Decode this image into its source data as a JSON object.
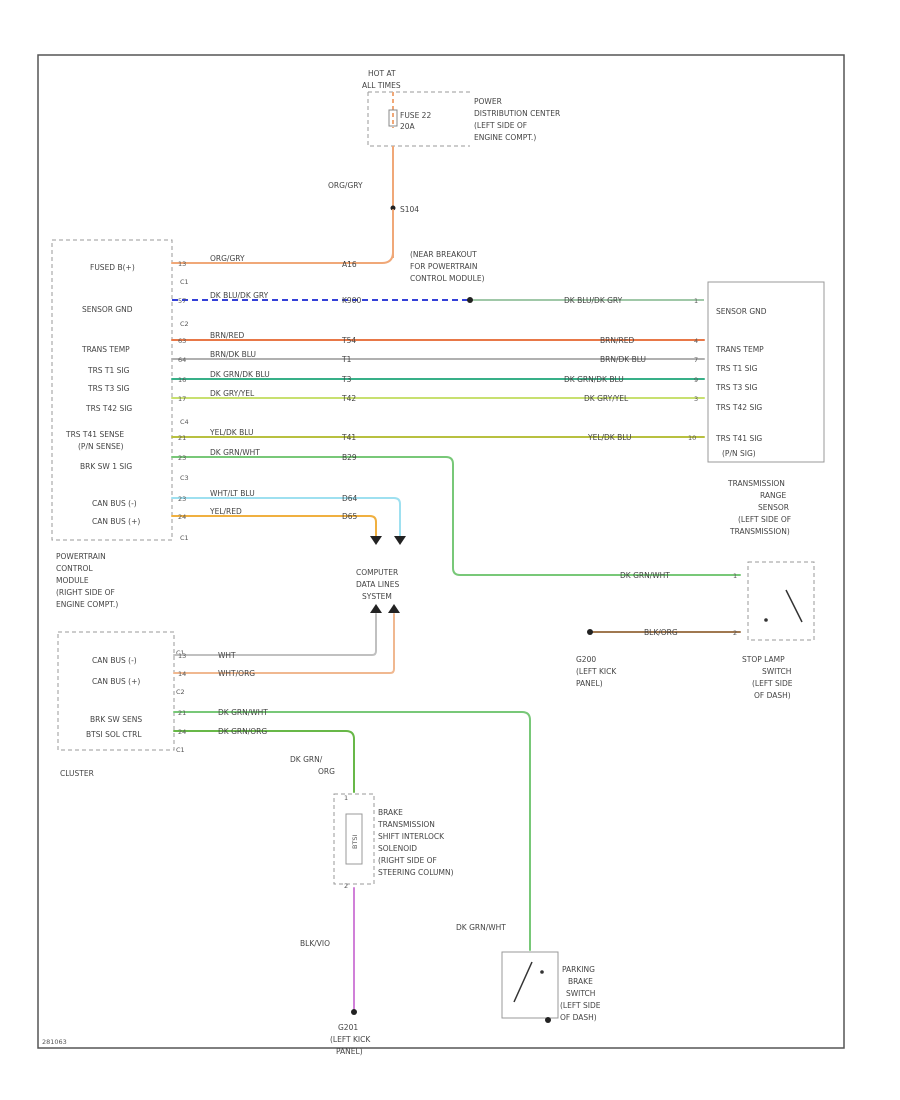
{
  "colors": {
    "org_gry": "#f0a878",
    "dk_blu_dk_gry": "#3340d8",
    "lt_grn_gry": "#a0c8a8",
    "brn_red": "#e87848",
    "brn_blu": "#b0b0b0",
    "dk_grn_blu": "#38b088",
    "dk_gry_yel": "#c8e070",
    "yel_dk_blu": "#b8c040",
    "dk_grn_wht": "#78c878",
    "wht_lt_blu": "#9ee0f0",
    "yel_red": "#f0b040",
    "wht": "#c0c0c0",
    "wht_org": "#f0b890",
    "dk_grn_org": "#68b848",
    "blk_org": "#a07850",
    "blk_vio": "#d080d8"
  },
  "top": {
    "hot_label": "HOT AT",
    "hot_sub": "ALL TIMES",
    "fuse_label": "FUSE 22",
    "fuse_amp": "20A",
    "pdc_lines": [
      "POWER",
      "DISTRIBUTION CENTER",
      "(LEFT SIDE OF",
      "ENGINE COMPT.)"
    ],
    "wire_label": "ORG/GRY",
    "splice_label": "S104"
  },
  "pcm": {
    "pins_left": [
      "FUSED B(+)",
      "SENSOR GND",
      "TRANS TEMP",
      "TRS T1 SIG",
      "TRS T3 SIG",
      "TRS T42 SIG",
      "TRS T41 SENSE",
      "(P/N SENSE)",
      "BRK SW 1 SIG",
      "CAN BUS (-)",
      "CAN BUS (+)"
    ],
    "conn_labels": [
      "C1",
      "C2",
      "C4",
      "C3",
      "C1"
    ],
    "name_lines": [
      "POWERTRAIN",
      "CONTROL",
      "MODULE",
      "(RIGHT SIDE OF",
      "ENGINE COMPT.)"
    ]
  },
  "rows": [
    {
      "pin": "13",
      "wire": "ORG/GRY",
      "circuit": "A16"
    },
    {
      "pin": "57",
      "wire": "DK BLU/DK GRY",
      "circuit": "K900"
    },
    {
      "pin": "63",
      "wire": "BRN/RED",
      "circuit": "T54"
    },
    {
      "pin": "64",
      "wire": "BRN/DK BLU",
      "circuit": "T1"
    },
    {
      "pin": "16",
      "wire": "DK GRN/DK BLU",
      "circuit": "T3"
    },
    {
      "pin": "17",
      "wire": "DK GRY/YEL",
      "circuit": "T42"
    },
    {
      "pin": "21",
      "wire": "YEL/DK BLU",
      "circuit": "T41"
    },
    {
      "pin": "23",
      "wire": "DK GRN/WHT",
      "circuit": "B29"
    },
    {
      "pin": "23",
      "wire": "WHT/LT BLU",
      "circuit": "D64"
    },
    {
      "pin": "24",
      "wire": "YEL/RED",
      "circuit": "D65"
    }
  ],
  "near_breakout": [
    "(NEAR BREAKOUT",
    "FOR POWERTRAIN",
    "CONTROL MODULE)"
  ],
  "right_wires": [
    {
      "pin": "1",
      "wire": "DK BLU/DK GRY"
    },
    {
      "pin": "4",
      "wire": "BRN/RED"
    },
    {
      "pin": "7",
      "wire": "BRN/DK BLU"
    },
    {
      "pin": "9",
      "wire": "DK GRN/DK BLU"
    },
    {
      "pin": "3",
      "wire": "DK GRY/YEL"
    },
    {
      "pin": "10",
      "wire": "YEL/DK BLU"
    }
  ],
  "trs": {
    "pins": [
      "SENSOR GND",
      "TRANS TEMP",
      "TRS T1 SIG",
      "TRS T3 SIG",
      "TRS T42 SIG",
      "TRS T41 SIG",
      "(P/N SIG)"
    ],
    "name_lines": [
      "TRANSMISSION",
      "RANGE",
      "SENSOR",
      "(LEFT SIDE OF",
      "TRANSMISSION)"
    ]
  },
  "splice_data": {
    "lines": [
      "COMPUTER",
      "DATA LINES",
      "SYSTEM"
    ]
  },
  "stop_lamp": {
    "in_wire": "DK GRN/WHT",
    "in_pin": "1",
    "gnd_wire": "BLK/ORG",
    "gnd_pin": "2",
    "name_lines": [
      "STOP LAMP",
      "SWITCH",
      "(LEFT SIDE",
      "OF DASH)"
    ]
  },
  "g200": {
    "lines": [
      "G200",
      "(LEFT KICK",
      "PANEL)"
    ]
  },
  "cluster": {
    "pins_left": [
      "CAN BUS (-)",
      "CAN BUS (+)",
      "BRK SW SENS",
      "BTSI SOL CTRL"
    ],
    "pin_nums": [
      "13",
      "14",
      "21",
      "24"
    ],
    "conn_labels": [
      "C1",
      "C2",
      "C1"
    ],
    "wires": [
      "WHT",
      "WHT/ORG",
      "DK GRN/WHT",
      "DK GRN/ORG"
    ],
    "name": "CLUSTER"
  },
  "btsi": {
    "top_wire_lines": [
      "DK GRN/",
      "ORG"
    ],
    "pin_top": "1",
    "pin_bottom": "2",
    "inside": "BTSI",
    "name_lines": [
      "BRAKE",
      "TRANSMISSION",
      "SHIFT INTERLOCK",
      "SOLENOID",
      "(RIGHT SIDE OF",
      "STEERING COLUMN)"
    ],
    "gnd_wire": "BLK/VIO"
  },
  "g201": {
    "lines": [
      "G201",
      "(LEFT KICK",
      "PANEL)"
    ]
  },
  "park_brake": {
    "wire": "DK GRN/WHT",
    "name_lines": [
      "PARKING",
      "BRAKE",
      "SWITCH",
      "(LEFT SIDE",
      "OF DASH)"
    ]
  },
  "corner_id": "281063"
}
